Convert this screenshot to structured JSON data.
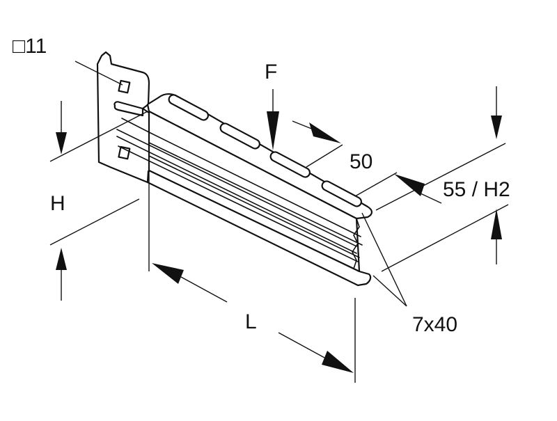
{
  "labels": {
    "hole_size": "□11",
    "force": "F",
    "width": "50",
    "height_right": "55 / H2",
    "height_left": "H",
    "length": "L",
    "slots": "7x40"
  }
}
